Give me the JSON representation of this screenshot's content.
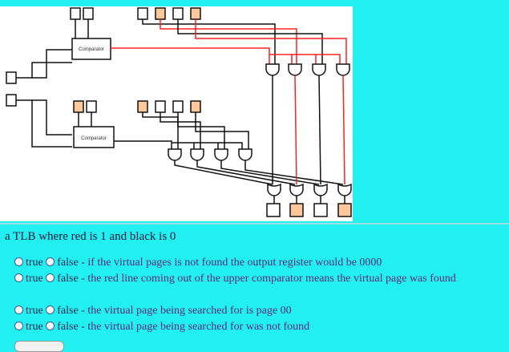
{
  "figure": {
    "comparator_upper": "Comparator",
    "comparator_lower": "Comparator",
    "colors": {
      "one": "#ff2020",
      "zero": "#111111",
      "on_bit": "#ffc89a"
    }
  },
  "caption": "a TLB where red is 1 and black is 0",
  "questions": [
    {
      "true_label": "true",
      "false_label": "false",
      "statement": "- if the virtual pages is not found the output register would be 0000"
    },
    {
      "true_label": "true",
      "false_label": "false",
      "statement": "- the red line coming out of the upper comparator means the virtual page was found"
    },
    {
      "true_label": "true",
      "false_label": "false",
      "statement": "- the virtual page being searched for is page 00"
    },
    {
      "true_label": "true",
      "false_label": "false",
      "statement": "- the virtual page being searched for was not found"
    }
  ]
}
